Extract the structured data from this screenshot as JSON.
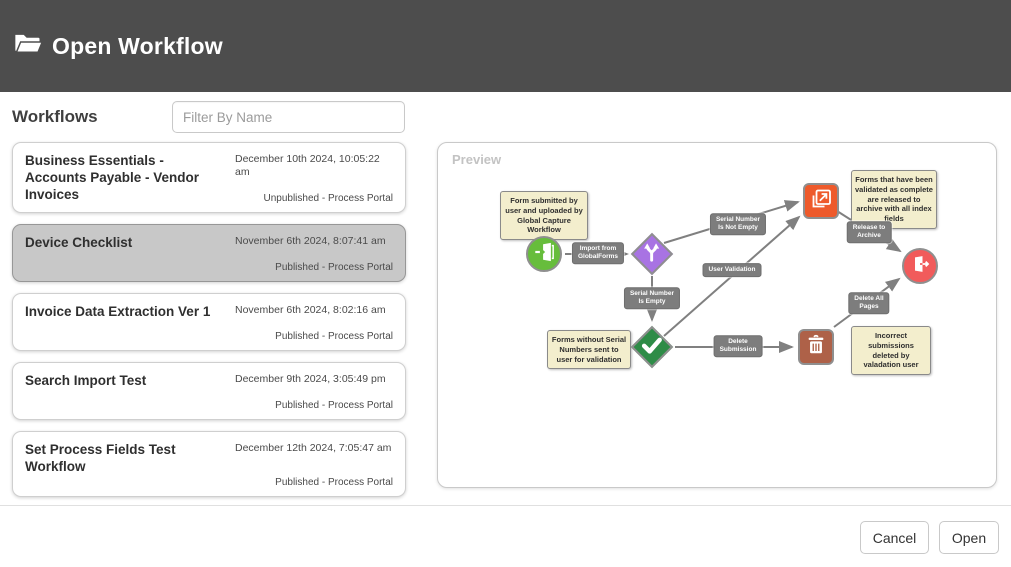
{
  "header": {
    "title": "Open Workflow"
  },
  "sidebar": {
    "heading": "Workflows",
    "filter_placeholder": "Filter By Name"
  },
  "workflows": [
    {
      "name": "Business Essentials - Accounts Payable - Vendor Invoices",
      "date": "December 10th 2024, 10:05:22 am",
      "status": "Unpublished - Process Portal",
      "selected": false
    },
    {
      "name": "Device Checklist",
      "date": "November 6th 2024, 8:07:41 am",
      "status": "Published - Process Portal",
      "selected": true
    },
    {
      "name": "Invoice Data Extraction Ver 1",
      "date": "November 6th 2024, 8:02:16 am",
      "status": "Published - Process Portal",
      "selected": false
    },
    {
      "name": "Search Import Test",
      "date": "December 9th 2024, 3:05:49 pm",
      "status": "Published - Process Portal",
      "selected": false
    },
    {
      "name": "Set Process Fields Test Workflow",
      "date": "December 12th 2024, 7:05:47 am",
      "status": "Published - Process Portal",
      "selected": false
    }
  ],
  "preview": {
    "label": "Preview",
    "notes": {
      "start": "Form submitted by user and uploaded by Global Capture Workflow",
      "release": "Forms that have been validated as complete are released to archive with all index fields",
      "validation": "Forms without Serial Numbers sent to user for validation",
      "deleted": "Incorrect submissions deleted by valadation user"
    },
    "edge_labels": {
      "import": "Import from\nGlobalForms",
      "sn_not_empty": "Serial Number\nIs Not Empty",
      "sn_empty": "Serial Number\nIs Empty",
      "user_validation": "User Validation",
      "delete_submission": "Delete\nSubmission",
      "release_archive": "Release to\nArchive",
      "delete_pages": "Delete All\nPages"
    },
    "nodes": [
      {
        "id": "import-start",
        "shape": "circle",
        "icon": "import-icon",
        "color": "#67bd3c"
      },
      {
        "id": "branch-decision",
        "shape": "diamond",
        "icon": "branch-icon",
        "color": "#a873e3"
      },
      {
        "id": "validated-decision",
        "shape": "diamond",
        "icon": "check-icon",
        "color": "#2e8c47"
      },
      {
        "id": "release-to-archive",
        "shape": "box",
        "icon": "release-icon",
        "color": "#ee5a2b"
      },
      {
        "id": "delete-submission",
        "shape": "box",
        "icon": "trash-icon",
        "color": "#ae6148"
      },
      {
        "id": "workflow-end",
        "shape": "circle",
        "icon": "exit-icon",
        "color": "#f15b5b"
      }
    ]
  },
  "footer": {
    "cancel": "Cancel",
    "open": "Open"
  },
  "colors": {
    "header_bg": "#4d4d4d",
    "selected_card_bg": "#c8c8c8",
    "note_bg": "#f3eecd",
    "edge_label_bg": "#7d7d7d",
    "edge_line": "#808080",
    "node_green": "#67bd3c",
    "node_purple": "#a873e3",
    "node_dark_green": "#2e8c47",
    "node_orange": "#ee5a2b",
    "node_brown": "#ae6148",
    "node_red": "#f15b5b"
  }
}
